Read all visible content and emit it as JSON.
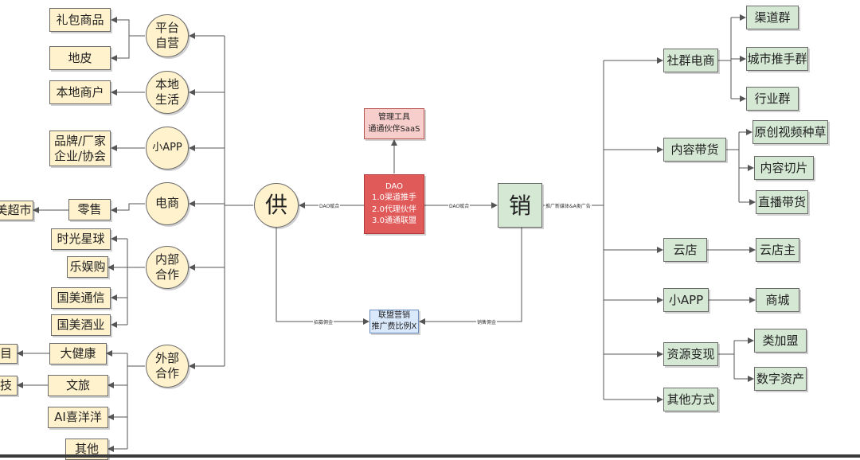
{
  "hubs": {
    "supply": "供",
    "sale": "销"
  },
  "center": {
    "dao": "DAO\n1.0渠道推手\n2.0代理伙伴\n3.0通通联盟",
    "tool": "管理工具\n通通伙伴SaaS",
    "union": "联盟营销\n推广费比例X"
  },
  "edge_labels": {
    "dao_left": "DAO赋合",
    "dao_right": "DAO赋合",
    "sale_out": "推广新媒体&A类广告",
    "union_left": "招募佣金",
    "union_right": "销售佣金"
  },
  "supply_categories": [
    {
      "label": "平台\n自营",
      "items": [
        "礼包商品",
        "地皮"
      ]
    },
    {
      "label": "本地\n生活",
      "items": [
        "本地商户"
      ]
    },
    {
      "label": "小APP",
      "items": [
        "品牌/厂家\n企业/协会"
      ]
    },
    {
      "label": "电商",
      "items": [
        "零售"
      ]
    },
    {
      "label": "内部\n合作",
      "items": [
        "时光星球",
        "乐娱购",
        "国美通信",
        "国美酒业"
      ]
    },
    {
      "label": "外部\n合作",
      "items": [
        "大健康",
        "文旅",
        "AI喜洋洋",
        "其他"
      ]
    }
  ],
  "supply_far": [
    "美超市",
    "目",
    "技"
  ],
  "sale_channels": [
    {
      "label": "社群电商",
      "items": [
        "渠道群",
        "城市推手群",
        "行业群"
      ]
    },
    {
      "label": "内容带货",
      "items": [
        "原创视频种草",
        "内容切片",
        "直播带货"
      ]
    },
    {
      "label": "云店",
      "items": [
        "云店主"
      ]
    },
    {
      "label": "小APP",
      "items": [
        "商城"
      ]
    },
    {
      "label": "资源变现",
      "items": [
        "类加盟",
        "数字资产"
      ]
    },
    {
      "label": "其他方式",
      "items": []
    }
  ]
}
